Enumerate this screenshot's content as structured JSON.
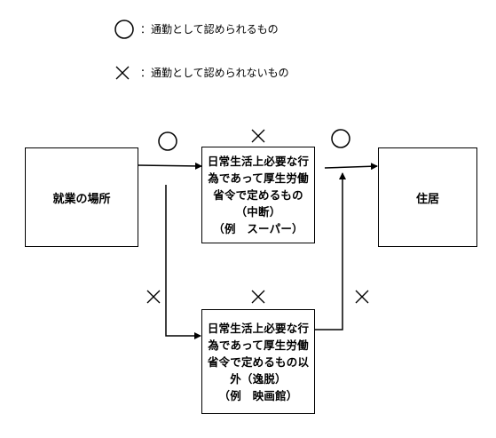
{
  "legend": {
    "circle_text": "：通勤として認められるもの",
    "cross_text": "：通勤として認められないもの"
  },
  "nodes": {
    "workplace": "就業の場所",
    "residence": "住居",
    "interruption": {
      "lines": [
        "日常生活上必要な行",
        "為であって厚生労働",
        "省令で定めるもの",
        "（中断）",
        "（例　スーパー）"
      ]
    },
    "deviation": {
      "lines": [
        "日常生活上必要な行",
        "為であって厚生労働",
        "省令で定めるもの以",
        "外（逸脱）",
        "（例　映画館）"
      ]
    }
  },
  "edge_marks": {
    "workplace_to_interruption": "circle",
    "during_interruption": "cross",
    "interruption_to_residence": "circle",
    "workplace_to_deviation": "cross",
    "during_deviation": "cross",
    "deviation_to_residence": "cross"
  }
}
